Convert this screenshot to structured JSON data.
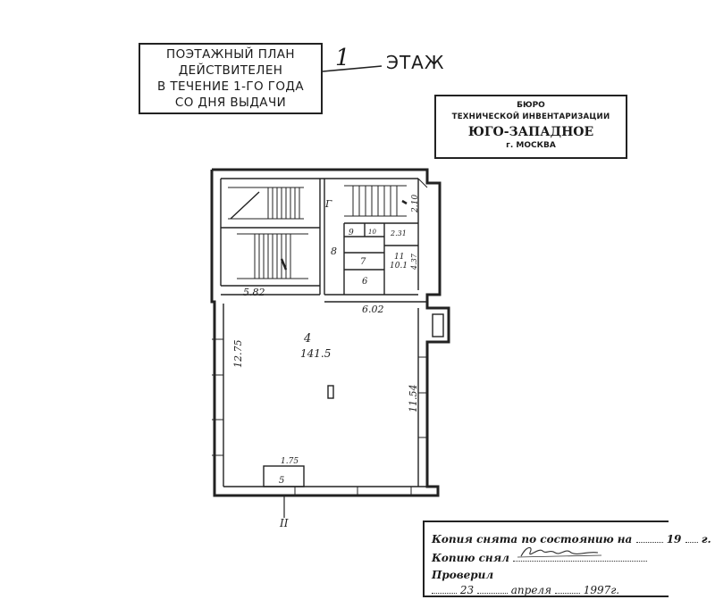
{
  "validity_stamp": {
    "lines": [
      "ПОЭТАЖНЫЙ ПЛАН",
      "ДЕЙСТВИТЕЛЕН",
      "В ТЕЧЕНИЕ 1-ГО ГОДА",
      "СО ДНЯ ВЫДАЧИ"
    ]
  },
  "floor": {
    "number": "1",
    "word": "ЭТАЖ"
  },
  "bureau_stamp": {
    "line1": "БЮРО",
    "line2": "ТЕХНИЧЕСКОЙ ИНВЕНТАРИЗАЦИИ",
    "line3": "ЮГО-ЗАПАДНОЕ",
    "line4": "г. МОСКВА"
  },
  "plan": {
    "room_labels": {
      "g": "Г",
      "r8": "8",
      "r9": "9",
      "r10": "10",
      "r7": "7",
      "r6": "6",
      "r11": "11",
      "r11_area": "10.1",
      "r4": "4",
      "r4_area": "141.5",
      "r5": "5"
    },
    "dimensions": {
      "d_582": "5.82",
      "d_602": "6.02",
      "d_1275": "12.75",
      "d_1154": "11.54",
      "d_175": "1.75",
      "d_210": "2.10",
      "d_231": "2.31",
      "d_437": "4.37"
    },
    "section_mark": "II"
  },
  "copy_stamp": {
    "line1_prefix": "Копия снята по состоянию на",
    "line1_year": "19",
    "line1_suffix": "г.",
    "line2_prefix": "Копию снял",
    "line3_prefix": "Проверил",
    "line4_day": "23",
    "line4_month": "апреля",
    "line4_year": "1997г."
  }
}
